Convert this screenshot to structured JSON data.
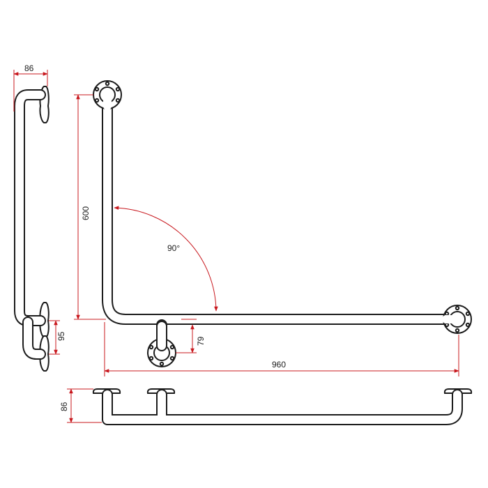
{
  "dimensions": {
    "side_depth": "86",
    "vertical_length": "600",
    "angle": "90°",
    "support_offset_side": "95",
    "support_offset_front": "79",
    "horizontal_length": "960",
    "bottom_depth": "86"
  },
  "colors": {
    "line": "#1c1c1c",
    "dimension": "#c8181e",
    "background": "#ffffff"
  }
}
